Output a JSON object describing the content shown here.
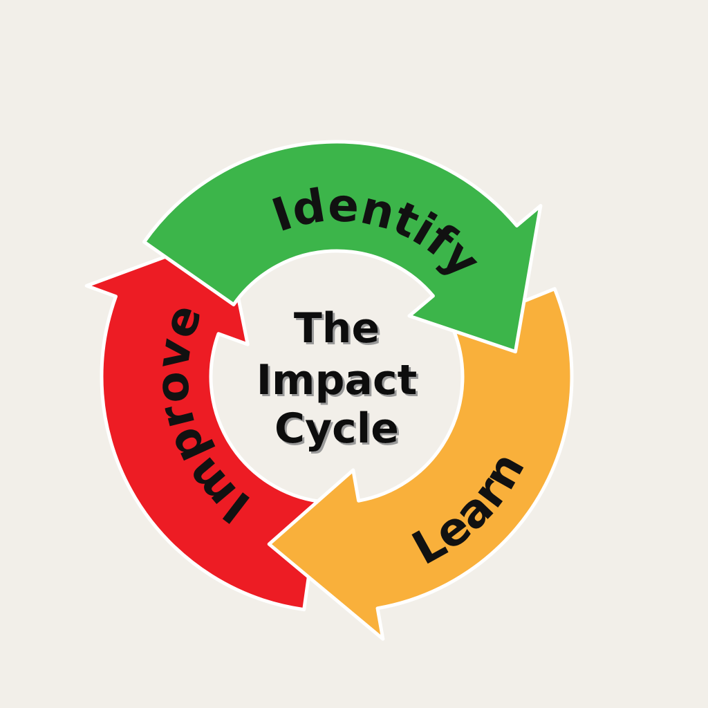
{
  "diagram": {
    "title_lines": [
      "The",
      "Impact",
      "Cycle"
    ],
    "steps": [
      {
        "label": "Identify",
        "color": "#3cb54a"
      },
      {
        "label": "Learn",
        "color": "#f9b03b"
      },
      {
        "label": "Improve",
        "color": "#ed1c24"
      }
    ],
    "background": "#f2efe9"
  }
}
